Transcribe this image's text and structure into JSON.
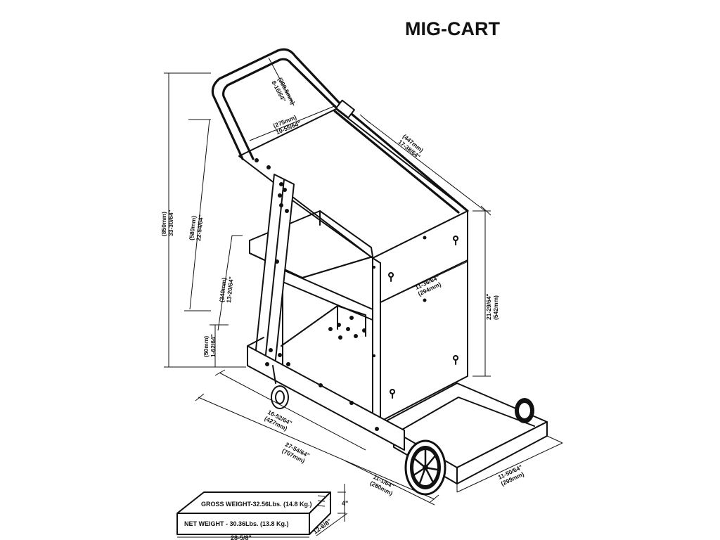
{
  "title": "MIG-CART",
  "dimensions": {
    "handle_width": [
      "(209.5mm)",
      "8-16/64\""
    ],
    "top_width": [
      "(275mm)",
      "10-55/64\""
    ],
    "top_depth": [
      "(447mm)",
      "17-38/64\""
    ],
    "overall_height": [
      "(850mm)",
      "33-30/64\""
    ],
    "tray_height": [
      "(580mm)",
      "22-54/64\""
    ],
    "shelf_height": [
      "(340mm)",
      "13-20/64\""
    ],
    "base_height": [
      "(50mm)",
      "1-62/64\""
    ],
    "cabinet_height": [
      "21-29/64\"",
      "(542mm)"
    ],
    "cabinet_width": [
      "11-36/64\"",
      "(294mm)"
    ],
    "rail_length": [
      "16-52/64\"",
      "(427mm)"
    ],
    "overall_length": [
      "27-54/64\"",
      "(707mm)"
    ],
    "base_front": [
      "11-1/64\"",
      "(280mm)"
    ],
    "base_width": [
      "11-50/64\"",
      "(299mm)"
    ]
  },
  "box": {
    "gross_weight": "GROSS WEIGHT-32.56Lbs. (14.8 Kg.)",
    "net_weight": "NET WEIGHT - 30.36Lbs. (13.8 Kg.)",
    "length": "28-5/8\"",
    "width": "12-6/8\"",
    "height": "4\""
  }
}
